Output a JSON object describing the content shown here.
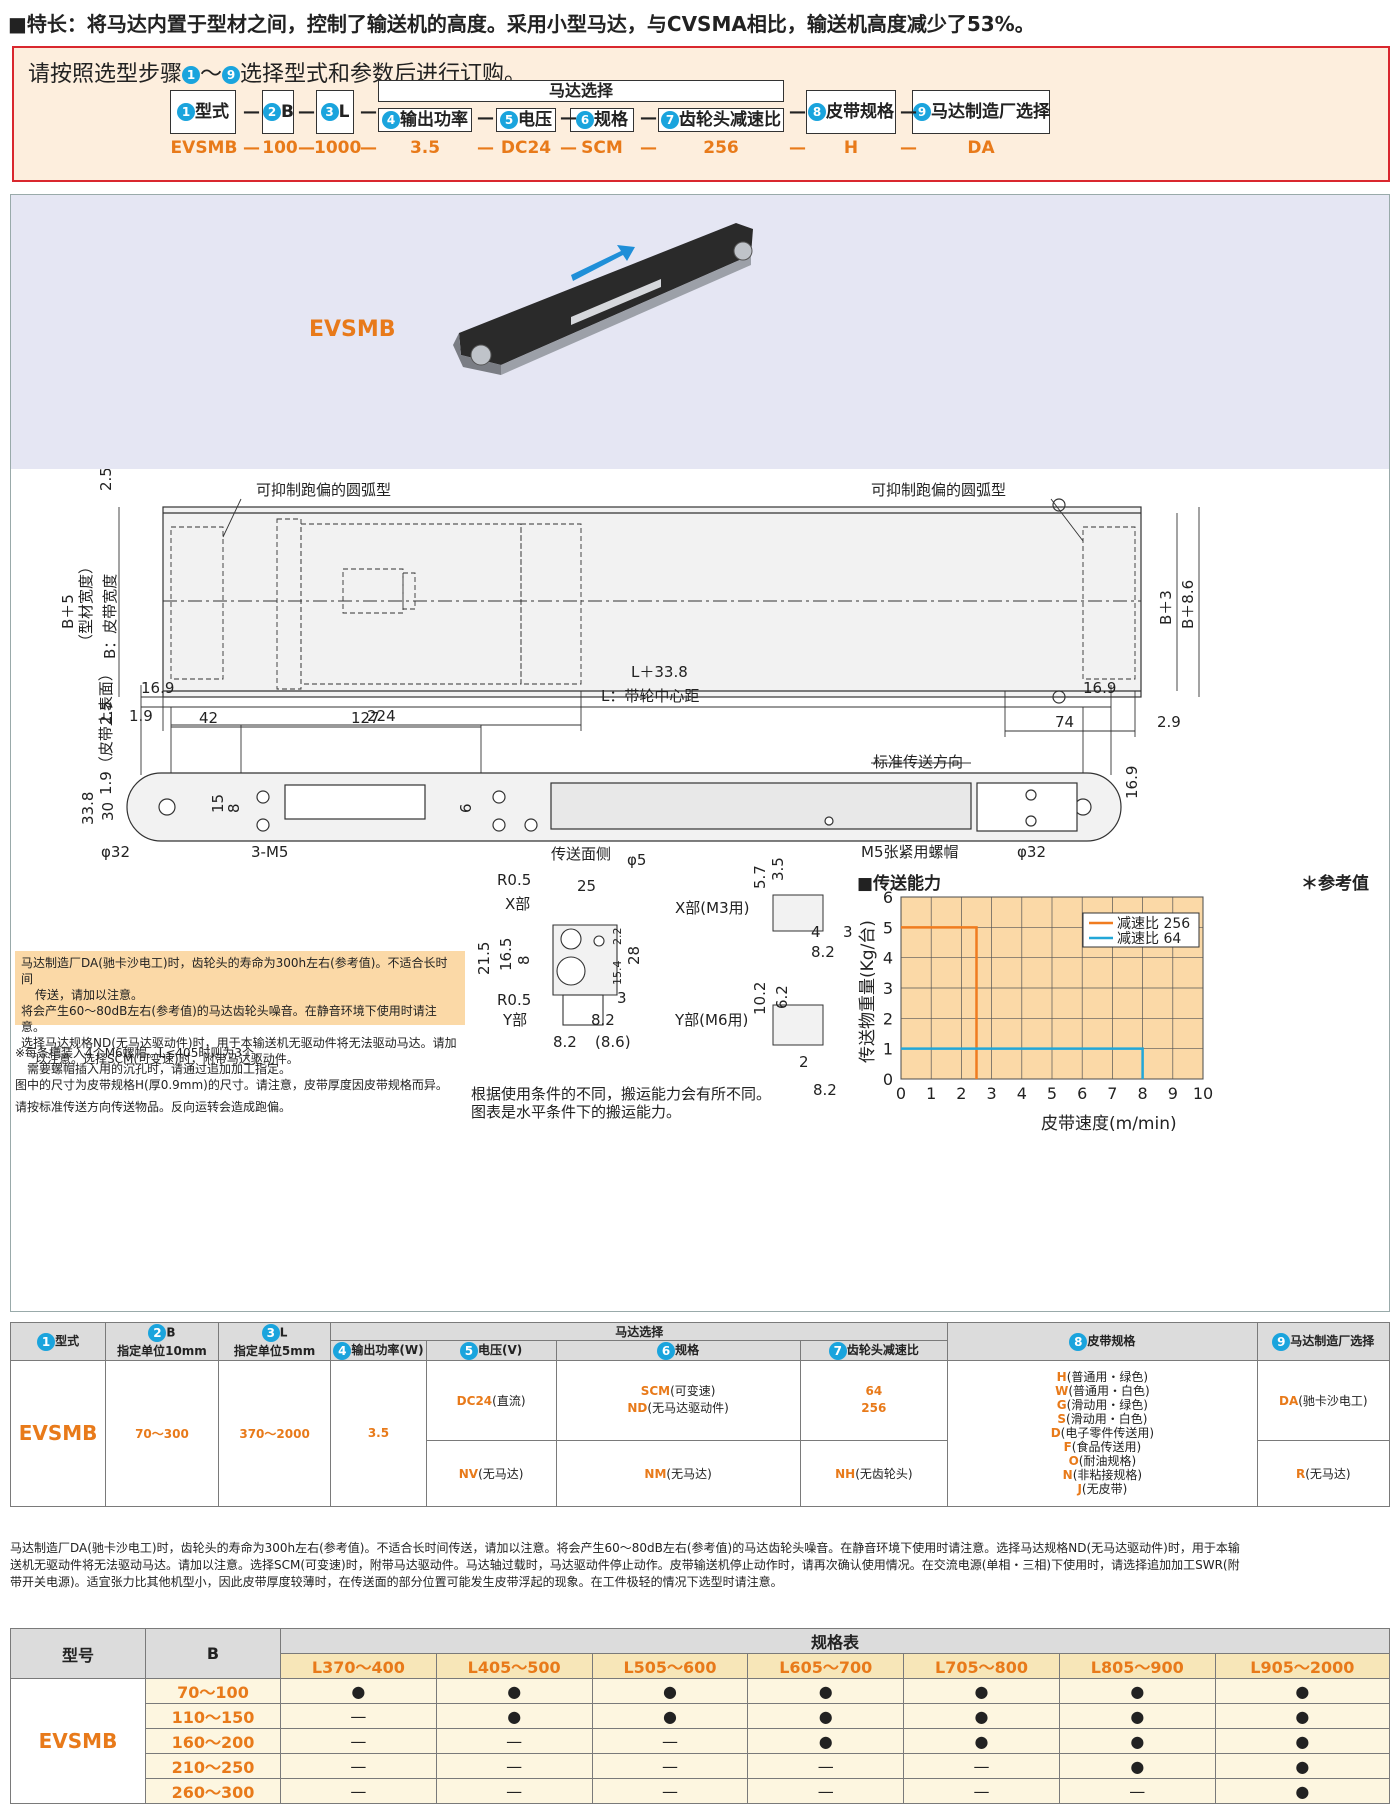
{
  "feature": "■特长：将马达内置于型材之间，控制了输送机的高度。采用小型马达，与CVSMA相比，输送机高度减少了53%。",
  "order": {
    "title_pre": "请按照选型步骤",
    "title_n1": "1",
    "title_tilde": "～",
    "title_n9": "9",
    "title_post": "选择型式和参数后进行订购。",
    "motor_group": "马达选择",
    "params": [
      {
        "num": "1",
        "label": "型式",
        "example": "EVSMB"
      },
      {
        "num": "2",
        "label": "B",
        "example": "100"
      },
      {
        "num": "3",
        "label": "L",
        "example": "1000"
      },
      {
        "num": "4",
        "label": "输出功率",
        "example": "3.5"
      },
      {
        "num": "5",
        "label": "电压",
        "example": "DC24"
      },
      {
        "num": "6",
        "label": "规格",
        "example": "SCM"
      },
      {
        "num": "7",
        "label": "齿轮头减速比",
        "example": "256"
      },
      {
        "num": "8",
        "label": "皮带规格",
        "example": "H"
      },
      {
        "num": "9",
        "label": "马达制造厂选择",
        "example": "DA"
      }
    ],
    "sep": "—"
  },
  "drawing": {
    "product_name": "EVSMB",
    "top_view": {
      "arc_note_left": "可抑制跑偏的圆弧型",
      "arc_note_right": "可抑制跑偏的圆弧型",
      "dim_2_5_top": "2.5",
      "dim_2_5_bot": "2.5",
      "dim_1_9": "1.9",
      "dim_224": "224",
      "dim_74": "74",
      "dim_2_9": "2.9",
      "left_label_1": "B＋5",
      "left_label_2": "（型材宽度）",
      "left_label_3": "B：皮带宽度",
      "right_label_1": "B＋3",
      "right_label_2": "B＋8.6"
    },
    "side_view": {
      "dim_L338": "L＋33.8",
      "center_label": "L：带轮中心距",
      "dim_16_9a": "16.9",
      "dim_16_9b": "16.9",
      "dim_42": "42",
      "dim_127": "127",
      "belt_surface": "1.9（皮带上表面）",
      "dim_33_8": "33.8",
      "dim_30": "30",
      "dim_15": "15",
      "dim_8": "8",
      "dim_6": "6",
      "dim_16_9c": "16.9",
      "phi32a": "φ32",
      "phi32b": "φ32",
      "m5": "3-M5",
      "tension": "M5张紧用螺帽",
      "direction": "标准传送方向"
    },
    "section": {
      "top_label": "传送面侧",
      "phi5": "φ5",
      "r05a": "R0.5",
      "r05b": "R0.5",
      "d25": "25",
      "d21_5": "21.5",
      "d16_5": "16.5",
      "d8": "8",
      "d28": "28",
      "d3": "3",
      "d8_2": "8.2",
      "d8_6": "(8.6)",
      "d2_2": "2.2",
      "d15_4": "15.4",
      "x_part": "X部",
      "y_part": "Y部",
      "x_detail": "X部(M3用)",
      "y_detail": "Y部(M6用)",
      "x_5_7": "5.7",
      "x_3_5": "3.5",
      "x_4": "4",
      "x_3": "3",
      "x_8_2": "8.2",
      "y_10_2": "10.2",
      "y_6_2": "6.2",
      "y_2": "2",
      "y_8_2": "8.2"
    },
    "notes_orange": [
      "马达制造厂DA(驰卡沙电工)时，齿轮头的寿命为300h左右(参考值)。不适合长时间",
      "传送，请加以注意。",
      "将会产生60～80dB左右(参考值)的马达齿轮头噪音。在静音环境下使用时请注意。",
      "选择马达规格ND(无马达驱动件)时，用于本输送机无驱动件将无法驱动马达。请加",
      "以注意。选择SCM(可变速)时，附带马达驱动件。"
    ],
    "notes_small": [
      "※每条槽装入4个M6螺帽。L≤405时则为3个。",
      "需要螺帽插入用的沉孔时，请通过追加加工指定。",
      "图中的尺寸为皮带规格H(厚0.9mm)的尺寸。请注意，皮带厚度因皮带规格而异。",
      "请按标准传送方向传送物品。反向运转会造成跑偏。"
    ],
    "notes_center": [
      "根据使用条件的不同，搬运能力会有所不同。",
      "图表是水平条件下的搬运能力。"
    ]
  },
  "chart_data": {
    "type": "line",
    "title": "■传送能力",
    "ref_note": "＊参考值",
    "xlabel": "皮带速度(m/min)",
    "ylabel": "传送物重量(Kg/台)",
    "xlim": [
      0,
      10
    ],
    "ylim": [
      0,
      6
    ],
    "xticks": [
      0,
      1,
      2,
      3,
      4,
      5,
      6,
      7,
      8,
      9,
      10
    ],
    "yticks": [
      0,
      1,
      2,
      3,
      4,
      5,
      6
    ],
    "grid": true,
    "legend_position": "top-right",
    "series": [
      {
        "name": "减速比 256",
        "color": "#f07c20",
        "x": [
          0,
          2.5,
          2.5
        ],
        "y": [
          5,
          5,
          0
        ]
      },
      {
        "name": "减速比 64",
        "color": "#22a7d8",
        "x": [
          0,
          8,
          8
        ],
        "y": [
          1,
          1,
          0
        ]
      }
    ]
  },
  "sel_table": {
    "h_type": "型式",
    "h_b": "B",
    "h_b_sub": "指定单位10mm",
    "h_l": "L",
    "h_l_sub": "指定单位5mm",
    "h_motor": "马达选择",
    "h_power": "输出功率(W)",
    "h_voltage": "电压(V)",
    "h_spec": "规格",
    "h_ratio": "齿轮头减速比",
    "h_belt": "皮带规格",
    "h_maker": "马达制造厂选择",
    "type": "EVSMB",
    "b_range": "70～300",
    "l_range": "370～2000",
    "power": "3.5",
    "voltage_1": "DC24",
    "voltage_1_note": "(直流)",
    "voltage_2": "NV",
    "voltage_2_note": "(无马达)",
    "spec_1a": "SCM",
    "spec_1a_note": "(可变速)",
    "spec_1b": "ND",
    "spec_1b_note": "(无马达驱动件)",
    "spec_2": "NM",
    "spec_2_note": "(无马达)",
    "ratio_1a": "64",
    "ratio_1b": "256",
    "ratio_2": "NH",
    "ratio_2_note": "(无齿轮头)",
    "belts": [
      {
        "code": "H",
        "desc": "(普通用・绿色)"
      },
      {
        "code": "W",
        "desc": "(普通用・白色)"
      },
      {
        "code": "G",
        "desc": "(滑动用・绿色)"
      },
      {
        "code": "S",
        "desc": "(滑动用・白色)"
      },
      {
        "code": "D",
        "desc": "(电子零件传送用)"
      },
      {
        "code": "F",
        "desc": "(食品传送用)"
      },
      {
        "code": "O",
        "desc": "(耐油规格)"
      },
      {
        "code": "N",
        "desc": "(非粘接规格)"
      },
      {
        "code": "J",
        "desc": "(无皮带)"
      }
    ],
    "maker_1": "DA",
    "maker_1_note": "(驰卡沙电工)",
    "maker_2": "R",
    "maker_2_note": "(无马达)"
  },
  "sel_notes": [
    "马达制造厂DA(驰卡沙电工)时，齿轮头的寿命为300h左右(参考值)。不适合长时间传送，请加以注意。将会产生60～80dB左右(参考值)的马达齿轮头噪音。在静音环境下使用时请注意。选择马达规格ND(无马达驱动件)时，用于本输",
    "送机无驱动件将无法驱动马达。请加以注意。选择SCM(可变速)时，附带马达驱动件。马达轴过载时，马达驱动件停止动作。皮带输送机停止动作时，请再次确认使用情况。在交流电源(单相・三相)下使用时，请选择追加加工SWR(附",
    "带开关电源)。适宜张力比其他机型小，因此皮带厚度较薄时，在传送面的部分位置可能发生皮带浮起的现象。在工件极轻的情况下选型时请注意。"
  ],
  "spec_table": {
    "h_model": "型号",
    "h_b": "B",
    "h_spec": "规格表",
    "model": "EVSMB",
    "l_ranges": [
      "L370～400",
      "L405～500",
      "L505～600",
      "L605～700",
      "L705～800",
      "L805～900",
      "L905～2000"
    ],
    "rows": [
      {
        "b": "70～100",
        "marks": [
          "●",
          "●",
          "●",
          "●",
          "●",
          "●",
          "●"
        ]
      },
      {
        "b": "110～150",
        "marks": [
          "—",
          "●",
          "●",
          "●",
          "●",
          "●",
          "●"
        ]
      },
      {
        "b": "160～200",
        "marks": [
          "—",
          "—",
          "—",
          "●",
          "●",
          "●",
          "●"
        ]
      },
      {
        "b": "210～250",
        "marks": [
          "—",
          "—",
          "—",
          "—",
          "—",
          "●",
          "●"
        ]
      },
      {
        "b": "260～300",
        "marks": [
          "—",
          "—",
          "—",
          "—",
          "—",
          "—",
          "●"
        ]
      }
    ]
  }
}
